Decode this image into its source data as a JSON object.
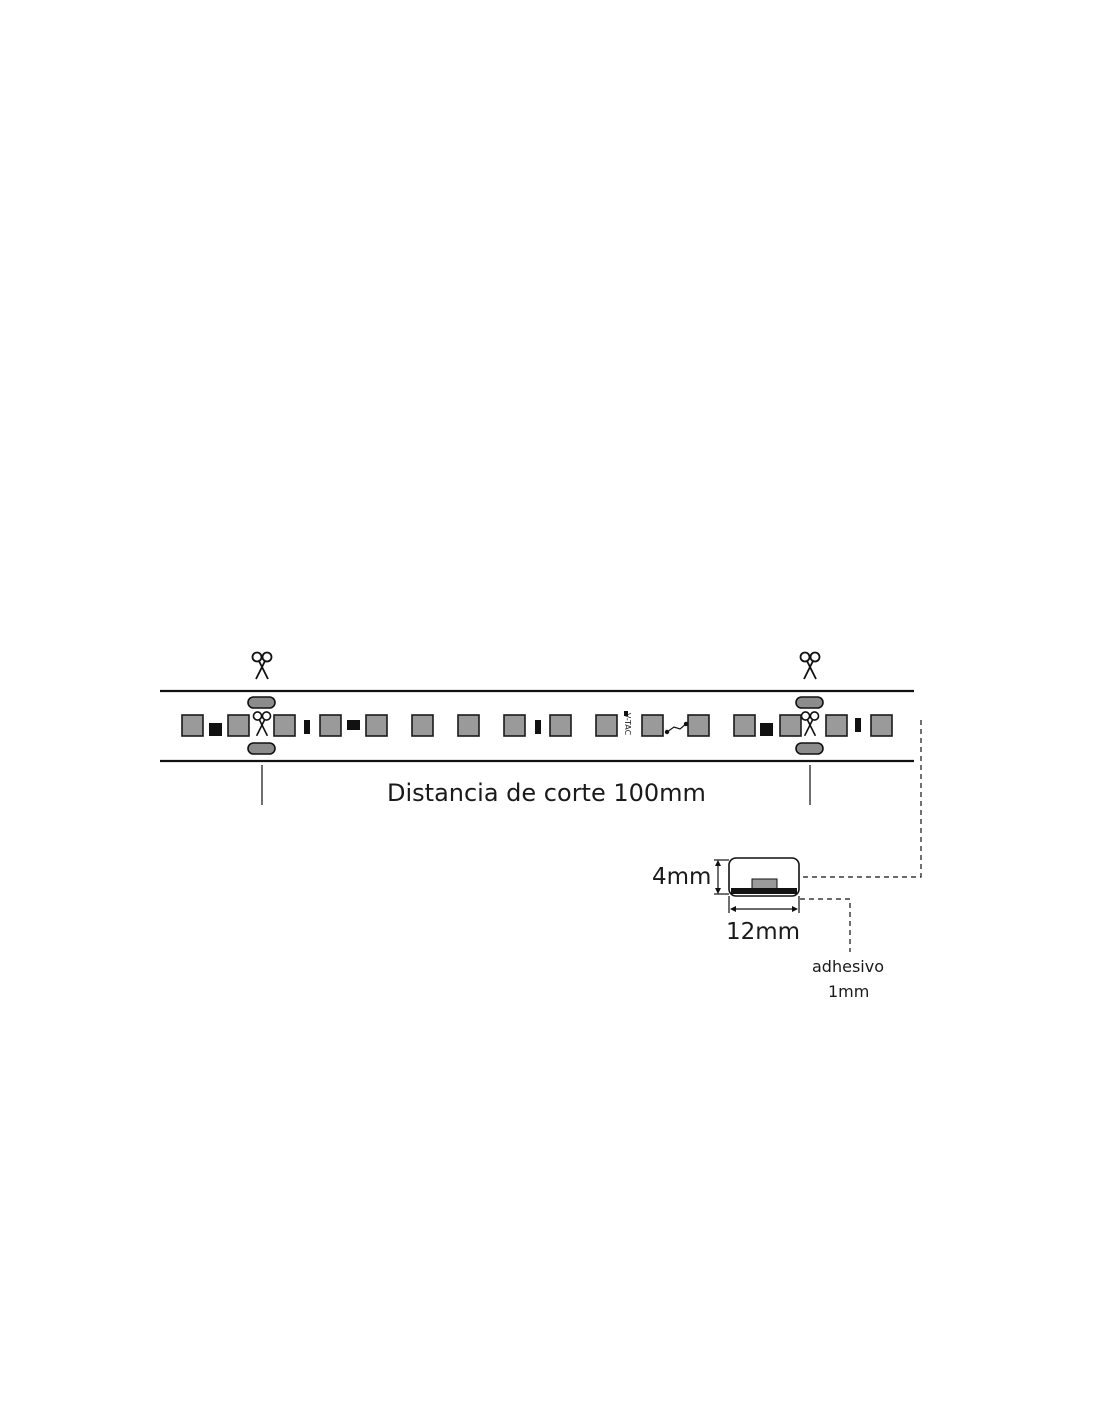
{
  "labels": {
    "cut_distance": "Distancia de corte 100mm",
    "height": "4mm",
    "width": "12mm",
    "adhesive_line1": "adhesivo",
    "adhesive_line2": "1mm",
    "brand_mark": "V-TAC"
  },
  "icons": [
    "scissors-icon",
    "led-chip",
    "resistor",
    "cut-pad",
    "polarity-arrow-icon"
  ]
}
